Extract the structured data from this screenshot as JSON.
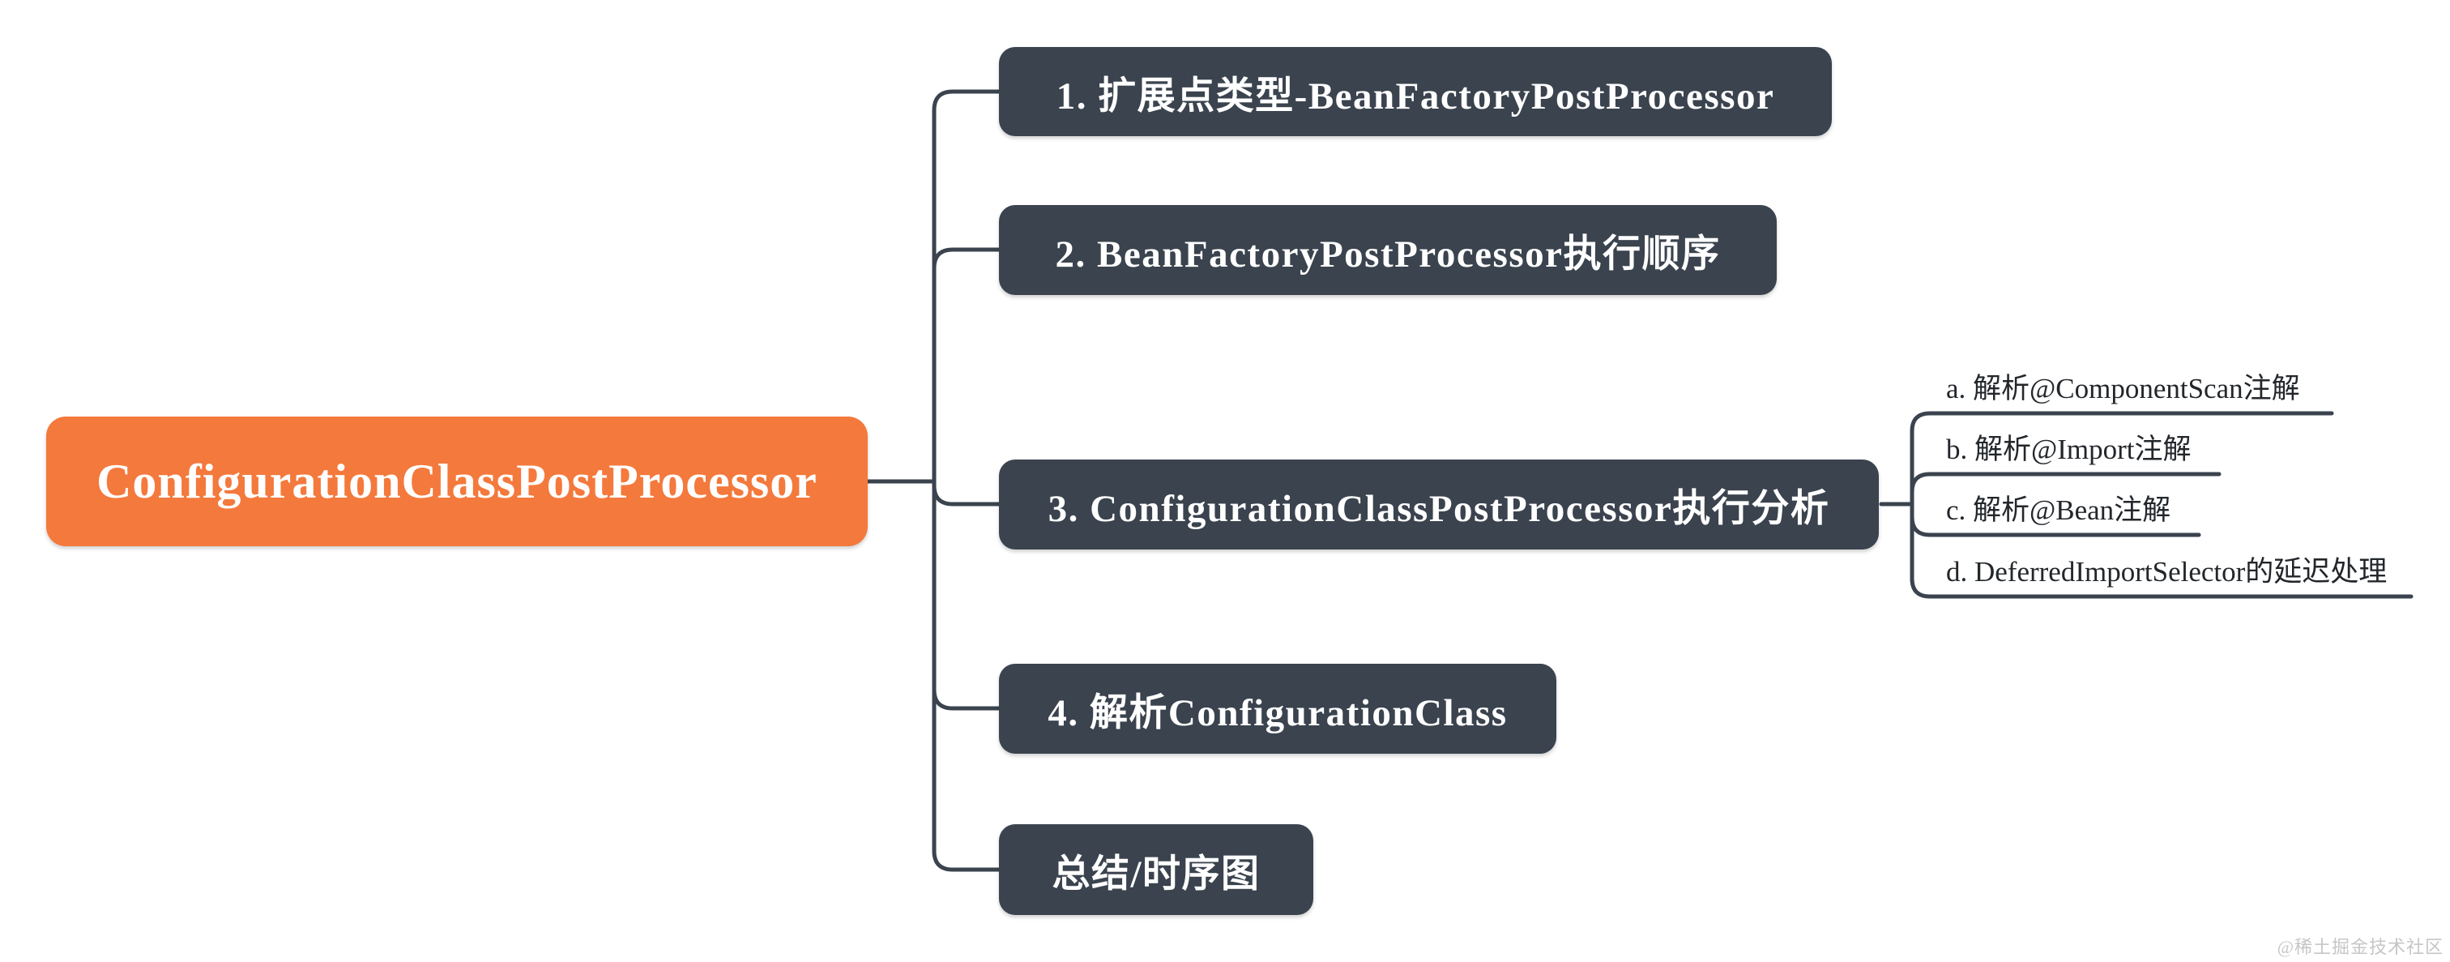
{
  "colors": {
    "root_background": "#F4793C",
    "branch_background": "#3A434E",
    "connector_line": "#3A434E",
    "node_text": "#FFFFFF",
    "sub_item_text": "#23272B",
    "watermark_text": "#C6C6C6",
    "page_background": "#FFFFFF"
  },
  "mindmap": {
    "root": {
      "label": "ConfigurationClassPostProcessor"
    },
    "branches": [
      {
        "label": "1. 扩展点类型-BeanFactoryPostProcessor"
      },
      {
        "label": "2. BeanFactoryPostProcessor执行顺序"
      },
      {
        "label": "3. ConfigurationClassPostProcessor执行分析",
        "children": [
          {
            "label": "a. 解析@ComponentScan注解"
          },
          {
            "label": "b. 解析@Import注解"
          },
          {
            "label": "c. 解析@Bean注解"
          },
          {
            "label": "d. DeferredImportSelector的延迟处理"
          }
        ]
      },
      {
        "label": "4. 解析ConfigurationClass"
      },
      {
        "label": "总结/时序图"
      }
    ]
  },
  "watermark": "@稀土掘金技术社区"
}
